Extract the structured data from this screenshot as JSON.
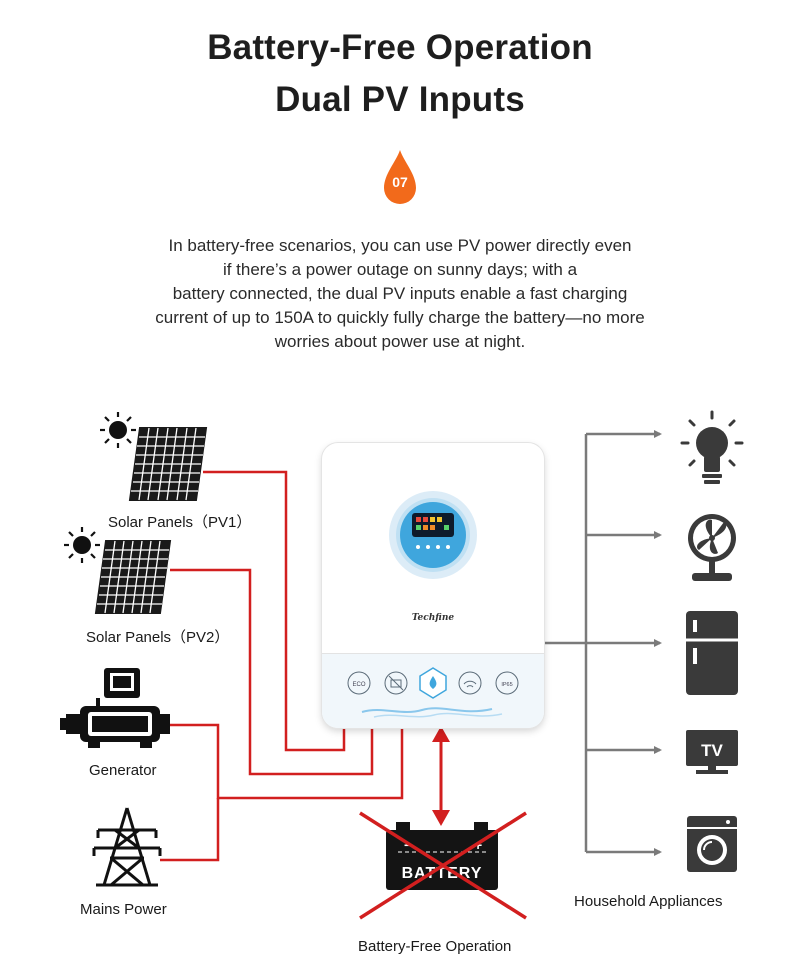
{
  "header": {
    "title_line1": "Battery-Free Operation",
    "title_line2": "Dual PV Inputs",
    "badge_number": "07",
    "badge_color": "#f26a1b"
  },
  "description": {
    "lines": [
      "In battery-free scenarios, you can use PV power directly even",
      "if there’s a power outage on sunny days; with a",
      "battery connected, the dual PV inputs enable a fast charging",
      "current of up to 150A to quickly fully charge the battery—no more",
      "worries about power use at night."
    ]
  },
  "sources": {
    "pv1_label": "Solar Panels（PV1）",
    "pv2_label": "Solar Panels（PV2）",
    "generator_label": "Generator",
    "mains_label": "Mains Power"
  },
  "inverter": {
    "brand": "Techfine",
    "panel_icons": [
      "eco-icon",
      "no-battery-icon",
      "water-icon",
      "wifi-icon",
      "ip65-icon"
    ]
  },
  "battery": {
    "battery_text": "BATTERY",
    "caption": "Battery-Free Operation"
  },
  "loads": {
    "caption": "Household Appliances",
    "icons": [
      "light-bulb-icon",
      "fan-icon",
      "refrigerator-icon",
      "tv-icon",
      "washing-machine-icon"
    ],
    "tv_text": "TV"
  },
  "colors": {
    "wire_red": "#d21f1f",
    "arrow_gray": "#7a7a7a",
    "icon_dark": "#3a3a3a",
    "screen_blue": "#3fa6dd"
  }
}
